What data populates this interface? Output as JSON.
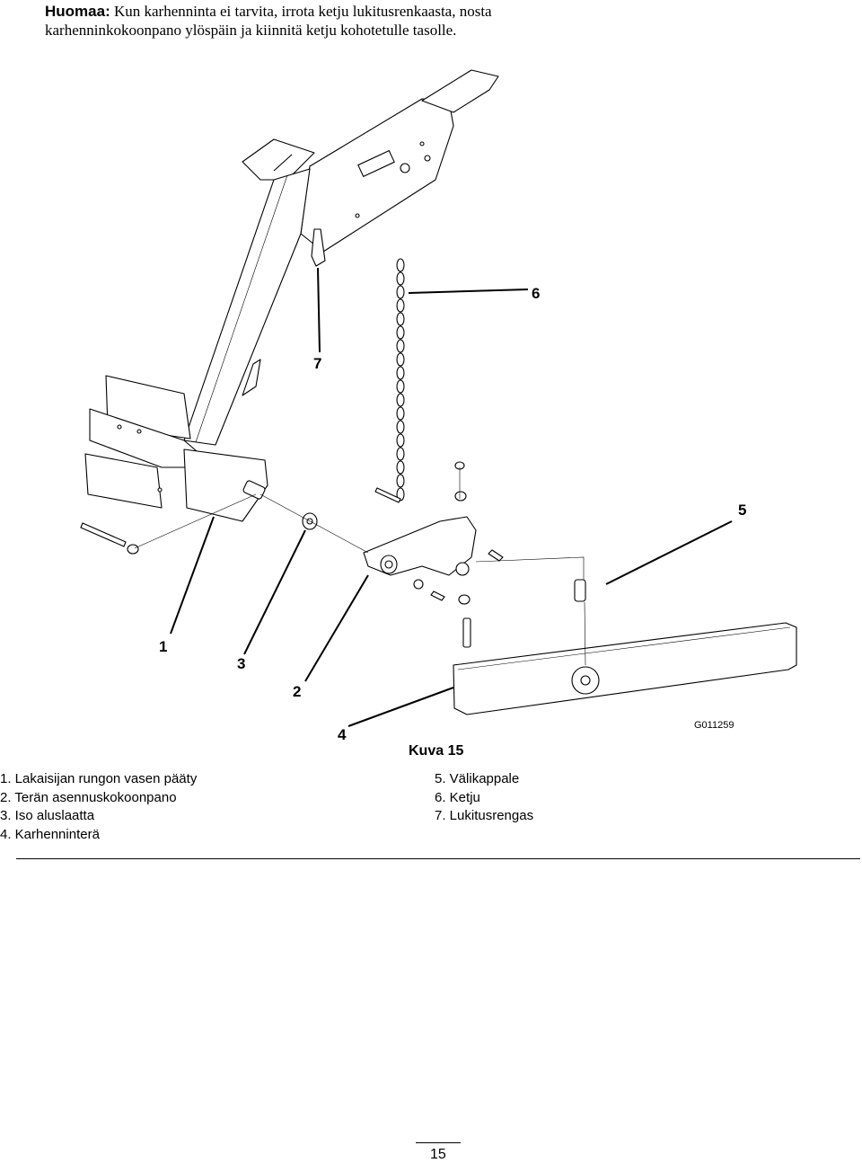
{
  "note": {
    "label": "Huomaa:",
    "text": "Kun karhenninta ei tarvita, irrota ketju lukitusrenkaasta, nosta karhenninkokoonpano ylöspäin ja kiinnitä ketju kohotetulle tasolle."
  },
  "figure": {
    "id": "G011259",
    "caption": "Kuva 15",
    "callouts": [
      "1",
      "2",
      "3",
      "4",
      "5",
      "6",
      "7"
    ]
  },
  "legend": {
    "left": [
      "1. Lakaisijan rungon vasen pääty",
      "2. Terän asennuskokoonpano",
      "3. Iso aluslaatta",
      "4. Karhenninterä"
    ],
    "right": [
      "5. Välikappale",
      "6. Ketju",
      "7. Lukitusrengas"
    ]
  },
  "page_number": "15"
}
